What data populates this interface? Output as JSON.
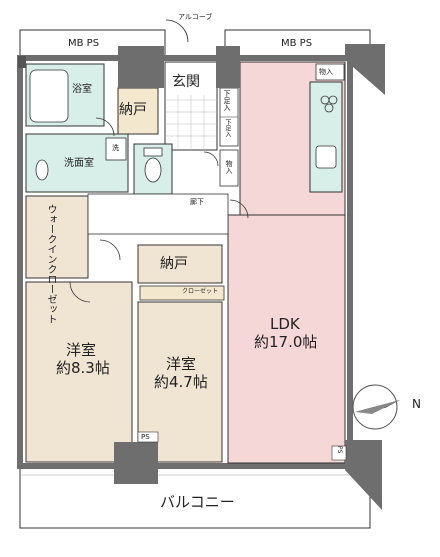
{
  "plan": {
    "alcove": "アルコーブ",
    "mbps_left": "MB PS",
    "mbps_right": "MB PS",
    "storage_top": "物入",
    "entrance": "玄関",
    "bath": "浴室",
    "closet_storage_1": "納戸",
    "shoe_box_left": "下足入",
    "shoe_box_right": "下足入",
    "storage_mid": "物入",
    "washroom": "洗面室",
    "washer": "洗",
    "corridor": "廊下",
    "walk_in_closet": "ウォークインクローゼット",
    "closet_storage_2": "納戸",
    "closet": "クローゼット",
    "ldk": "LDK",
    "ldk_size": "約17.0帖",
    "western_room_1": "洋室",
    "western_room_1_size": "約8.3帖",
    "western_room_2": "洋室",
    "western_room_2_size": "約4.7帖",
    "ps_bottom": "PS",
    "ps_right": "PS",
    "balcony": "バルコニー",
    "compass_north": "N"
  },
  "colors": {
    "wall": "#6e6e6e",
    "wall_dark": "#555555",
    "ldk_fill": "#f6d7d7",
    "room_fill": "#f0e5d3",
    "wet_fill": "#d8eee8",
    "storage_fill": "#f3e8cd",
    "line": "#333333"
  }
}
